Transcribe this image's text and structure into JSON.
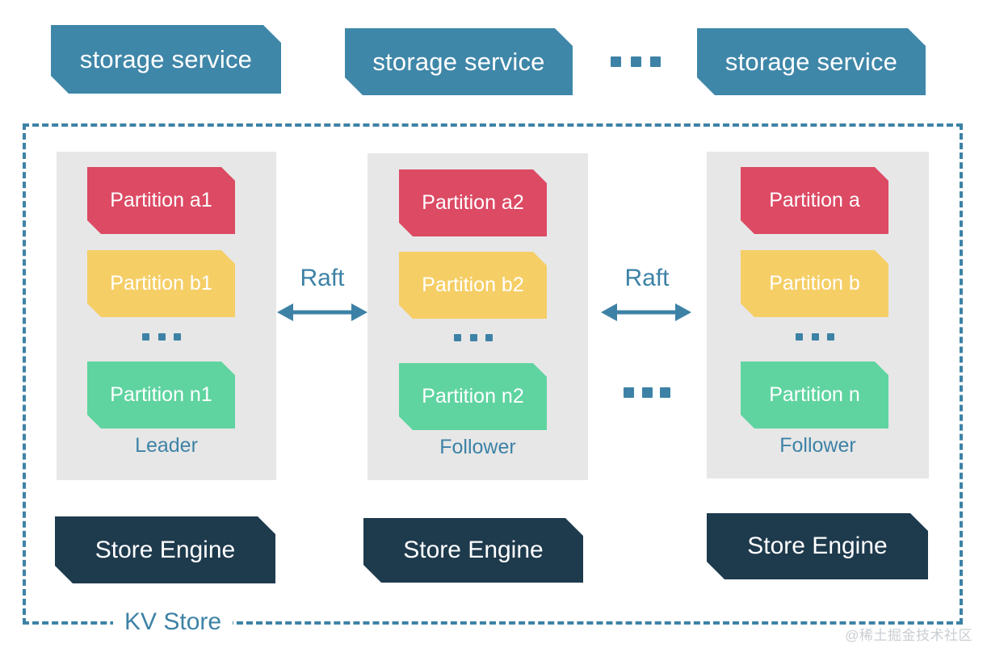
{
  "diagram": {
    "title": "KV Store storage architecture",
    "colors": {
      "storage_service_blue": "#3F87A9",
      "accent_blue": "#3D82A6",
      "panel_gray": "#E7E7E7",
      "partition_red": "#DC4A64",
      "partition_yellow": "#F5CE66",
      "partition_green": "#5FD4A0",
      "store_engine_navy": "#1E3A4D",
      "background": "#FFFFFF",
      "watermark_gray": "#C9CED2"
    }
  },
  "storage_services": [
    {
      "label": "storage service"
    },
    {
      "label": "storage service"
    },
    {
      "label": "storage service"
    }
  ],
  "top_ellipsis": {
    "label": "...",
    "dot_count": 3
  },
  "nodes": [
    {
      "role": "Leader",
      "partitions": [
        {
          "label": "Partition a1",
          "color_key": "partition_red"
        },
        {
          "label": "Partition b1",
          "color_key": "partition_yellow"
        },
        {
          "label": "Partition n1",
          "color_key": "partition_green"
        }
      ],
      "inner_ellipsis": {
        "label": "...",
        "dot_count": 3
      },
      "store_engine": {
        "label": "Store Engine"
      }
    },
    {
      "role": "Follower",
      "partitions": [
        {
          "label": "Partition a2",
          "color_key": "partition_red"
        },
        {
          "label": "Partition b2",
          "color_key": "partition_yellow"
        },
        {
          "label": "Partition n2",
          "color_key": "partition_green"
        }
      ],
      "inner_ellipsis": {
        "label": "...",
        "dot_count": 3
      },
      "store_engine": {
        "label": "Store Engine"
      }
    },
    {
      "role": "Follower",
      "partitions": [
        {
          "label": "Partition a",
          "color_key": "partition_red"
        },
        {
          "label": "Partition b",
          "color_key": "partition_yellow"
        },
        {
          "label": "Partition n",
          "color_key": "partition_green"
        }
      ],
      "inner_ellipsis": {
        "label": "...",
        "dot_count": 3
      },
      "store_engine": {
        "label": "Store Engine"
      }
    }
  ],
  "raft_links": [
    {
      "label": "Raft",
      "direction": "bidirectional"
    },
    {
      "label": "Raft",
      "direction": "bidirectional"
    }
  ],
  "node_ellipsis": {
    "label": "...",
    "dot_count": 3
  },
  "container": {
    "label": "KV Store",
    "border_style": "dashed"
  },
  "watermark": {
    "text": "@稀土掘金技术社区"
  }
}
